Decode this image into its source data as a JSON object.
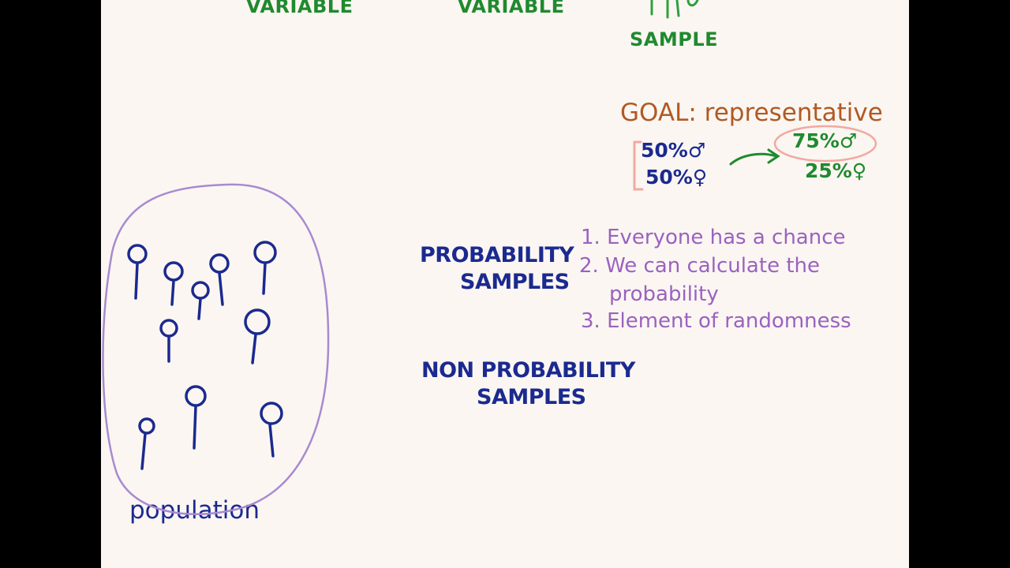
{
  "top": {
    "variable_left": "VARIABLE",
    "variable_mid": "VARIABLE",
    "sample": "SAMPLE"
  },
  "goal": {
    "title": "GOAL: representative",
    "left_male": "50%♂",
    "left_female": "50%♀",
    "right_male": "75%♂",
    "right_female": "25%♀"
  },
  "probability": {
    "label_line1": "PROBABILITY",
    "label_line2": "SAMPLES",
    "items": [
      "1. Everyone has a chance",
      "2. We can calculate the",
      "probability",
      "3. Element of randomness"
    ]
  },
  "nonprobability": {
    "label_line1": "NON PROBABILITY",
    "label_line2": "SAMPLES"
  },
  "population": {
    "label": "population"
  },
  "colors": {
    "green": "#1f8a2e",
    "navy": "#1b2a8f",
    "purple": "#9a62c0",
    "brown": "#b05a24",
    "pink": "#f1a9a0",
    "board": "#fbf6f2"
  }
}
